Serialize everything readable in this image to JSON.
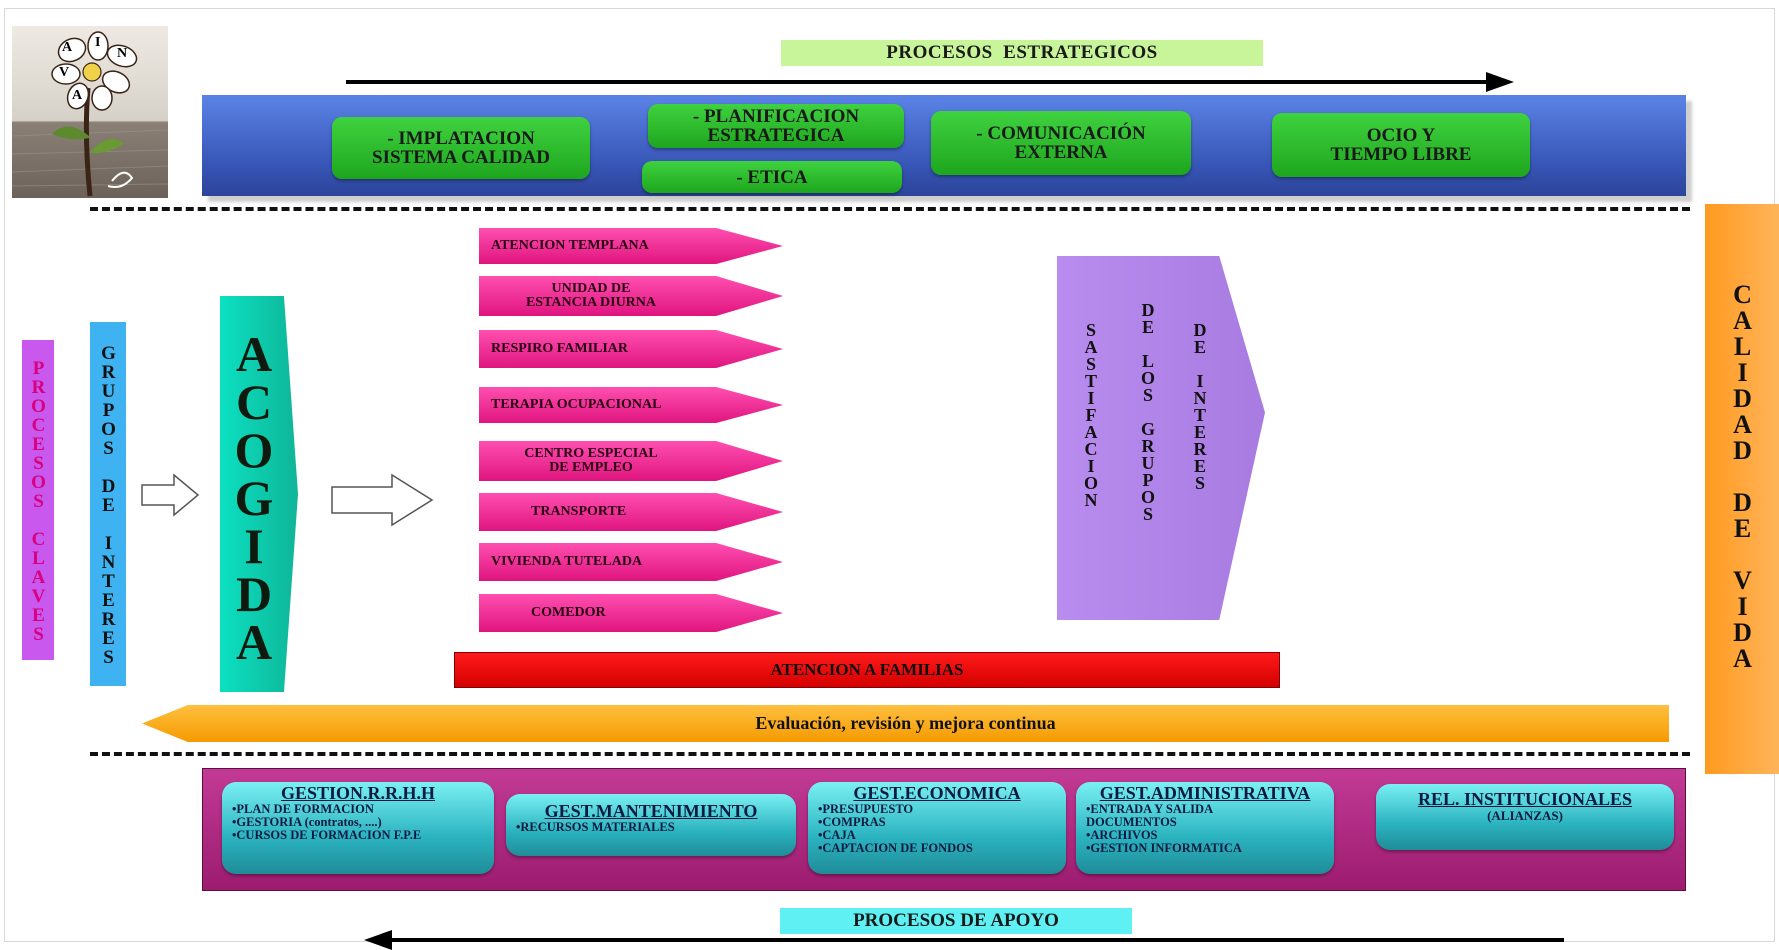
{
  "logo": {
    "petal_letters": [
      "A",
      "I",
      "N",
      "V",
      "A"
    ]
  },
  "strategic": {
    "title": "PROCESOS  ESTRATEGICOS",
    "boxes": [
      {
        "label": "- IMPLATACION\nSISTEMA CALIDAD"
      },
      {
        "label": "- PLANIFICACION\nESTRATEGICA"
      },
      {
        "label": "- ETICA"
      },
      {
        "label": "- COMUNICACIÓN\nEXTERNA"
      },
      {
        "label": "OCIO Y\nTIEMPO LIBRE"
      }
    ]
  },
  "key": {
    "procesos_claves": "PROCESOS CLAVES",
    "grupos_de_interes": "GRUPOS DE INTERES",
    "acogida": "ACOGIDA",
    "services": [
      "ATENCION TEMPLANA",
      "UNIDAD DE\nESTANCIA DIURNA",
      "RESPIRO FAMILIAR",
      "TERAPIA OCUPACIONAL",
      "CENTRO ESPECIAL\nDE EMPLEO",
      "TRANSPORTE",
      "VIVIENDA TUTELADA",
      "COMEDOR"
    ],
    "satisfaction_cols": [
      "SASTIFACION",
      "DE LOS GRUPOS",
      "DE INTERES"
    ],
    "atencion_familias": "ATENCION A FAMILIAS",
    "evaluacion": "Evaluación, revisión y mejora continua",
    "calidad_de_vida": "CALIDAD DE VIDA"
  },
  "support": {
    "title": "PROCESOS DE APOYO",
    "boxes": [
      {
        "header": "GESTION.R.R.H.H",
        "items": [
          "PLAN DE FORMACION",
          "GESTORIA (contratos, ....)",
          "CURSOS DE FORMACION F.P.E"
        ]
      },
      {
        "header": "GEST.MANTENIMIENTO",
        "items": [
          "RECURSOS MATERIALES"
        ]
      },
      {
        "header": "GEST.ECONOMICA",
        "items": [
          "PRESUPUESTO",
          "COMPRAS",
          "CAJA",
          "CAPTACION DE FONDOS"
        ]
      },
      {
        "header": "GEST.ADMINISTRATIVA",
        "items": [
          "ENTRADA Y SALIDA DOCUMENTOS",
          "ARCHIVOS",
          "GESTION INFORMATICA"
        ]
      },
      {
        "header": "REL. INSTITUCIONALES",
        "sub": "(ALIANZAS)"
      }
    ]
  },
  "colors": {
    "strategic_band": "#3f63c8",
    "support_band": "#b0287e",
    "pink_arrow": "#f22f97",
    "acogida": "#12d9b0",
    "satisfaction": "#bd8ee8",
    "calidad": "#ffa93a",
    "familias": "#ee0f14"
  }
}
